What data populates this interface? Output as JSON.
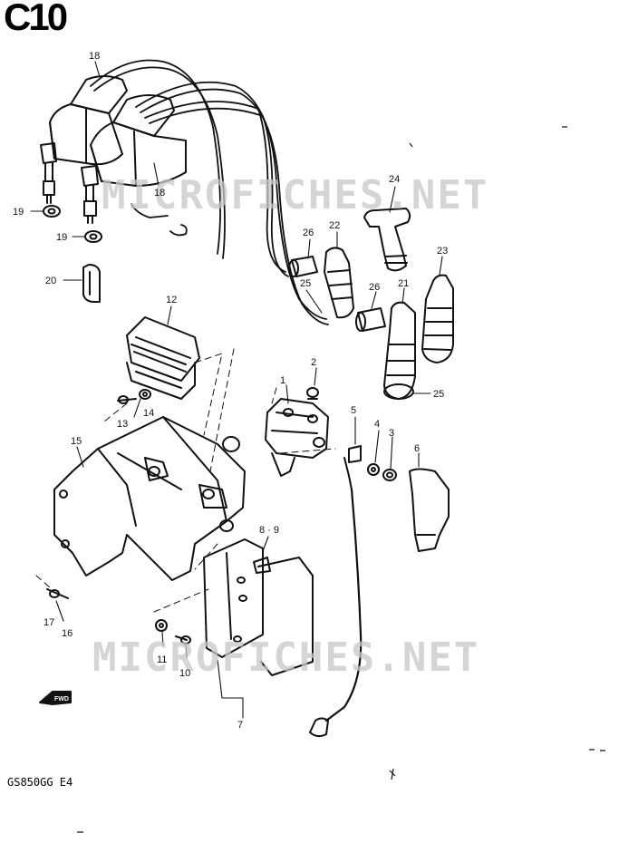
{
  "title": "C10",
  "model_label": "GS850GG  E4",
  "watermark_text": "MICROFICHES.NET",
  "arrow_tag": "FWD",
  "callouts": {
    "c1": "1",
    "c2": "2",
    "c3": "3",
    "c4": "4",
    "c5": "5",
    "c6": "6",
    "c7": "7",
    "c8_9": "8 · 9",
    "c10": "10",
    "c11": "11",
    "c12": "12",
    "c13": "13",
    "c14": "14",
    "c15": "15",
    "c16": "16",
    "c17": "17",
    "c18a": "18",
    "c18b": "18",
    "c19a": "19",
    "c19b": "19",
    "c20": "20",
    "c21": "21",
    "c22": "22",
    "c23": "23",
    "c24": "24",
    "c25a": "25",
    "c25b": "25",
    "c26a": "26",
    "c26b": "26"
  },
  "colors": {
    "ink": "#111111",
    "watermark": "#c8c8c8",
    "paper": "#ffffff"
  }
}
